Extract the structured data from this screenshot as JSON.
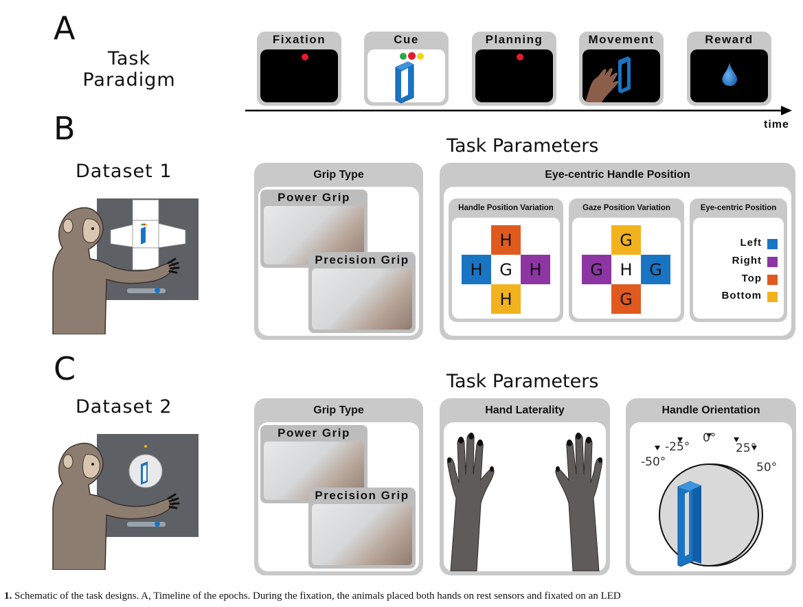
{
  "section_a": {
    "letter": "A",
    "title_line1": "Task",
    "title_line2": "Paradigm",
    "epochs": [
      {
        "label": "Fixation"
      },
      {
        "label": "Cue"
      },
      {
        "label": "Planning"
      },
      {
        "label": "Movement"
      },
      {
        "label": "Reward"
      }
    ],
    "time_label": "time"
  },
  "section_b": {
    "letter": "B",
    "dataset": "Dataset 1",
    "task_params": "Task Parameters",
    "grip_type": "Grip Type",
    "power_grip": "Power Grip",
    "precision_grip": "Precision Grip",
    "eye_centric_title": "Eye-centric Handle Position",
    "handle_var_title": "Handle Position Variation",
    "gaze_var_title": "Gaze Position Variation",
    "eye_pos_title": "Eye-centric Position",
    "handle_grid": {
      "top": "H",
      "left": "H",
      "center": "G",
      "right": "H",
      "bottom": "H"
    },
    "gaze_grid": {
      "top": "G",
      "left": "G",
      "center": "H",
      "right": "G",
      "bottom": "G"
    },
    "legend": [
      {
        "label": "Left",
        "color": "#1a74c4"
      },
      {
        "label": "Right",
        "color": "#8c35a3"
      },
      {
        "label": "Top",
        "color": "#e05a1e"
      },
      {
        "label": "Bottom",
        "color": "#f2b21e"
      }
    ]
  },
  "section_c": {
    "letter": "C",
    "dataset": "Dataset 2",
    "task_params": "Task Parameters",
    "grip_type": "Grip Type",
    "power_grip": "Power Grip",
    "precision_grip": "Precision Grip",
    "hand_laterality": "Hand Laterality",
    "handle_orientation": "Handle Orientation",
    "angles": {
      "m50": "-50°",
      "m25": "-25°",
      "zero": "0°",
      "p25": "25°",
      "p50": "50°"
    }
  },
  "caption": {
    "number": "1.",
    "text": "Schematic of the task designs. A, Timeline of the epochs. During the fixation, the animals placed both hands on rest sensors and fixated on an LED"
  },
  "colors": {
    "blue": "#1a74c4",
    "purple": "#8c35a3",
    "orange": "#e05a1e",
    "yellow": "#f2b21e",
    "panel_gray": "#c9c9c9",
    "red_led": "#e8192c"
  }
}
